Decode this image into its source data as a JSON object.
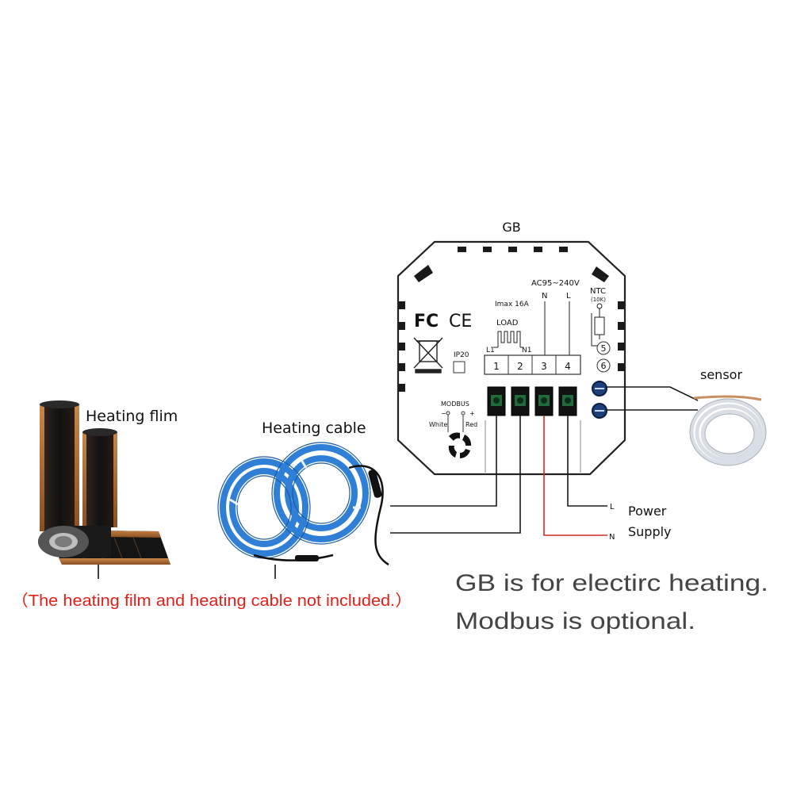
{
  "device": {
    "title": "GB",
    "voltage": "AC95~240V",
    "terminal_n": "N",
    "terminal_l": "L",
    "imax": "Imax 16A",
    "load": "LOAD",
    "l1": "L1",
    "n1": "N1",
    "terminals": [
      "1",
      "2",
      "3",
      "4"
    ],
    "ntc": "NTC",
    "ntc_value": "(10K)",
    "ntc_pins": [
      "5",
      "6"
    ],
    "fc_mark": "FC",
    "ce_mark": "CE",
    "ip_rating": "IP20",
    "modbus": "MODBUS",
    "modbus_minus": "−",
    "modbus_plus": "+",
    "white": "White",
    "red": "Red"
  },
  "labels": {
    "heating_film": "Heating flim",
    "heating_cable": "Heating cable",
    "sensor": "sensor",
    "power": "Power",
    "supply": "Supply",
    "line_l": "L",
    "line_n": "N",
    "not_included": "（The heating film and heating cable not included.）"
  },
  "notes": {
    "line1": "GB is for electirc heating.",
    "line2": "Modbus is optional."
  },
  "colors": {
    "not_included_text": "#e0201a",
    "red_wire": "#d42a1e",
    "cable_blue": "#2f7fd6",
    "note_text": "#444444",
    "wire": "#1a1a1a"
  }
}
